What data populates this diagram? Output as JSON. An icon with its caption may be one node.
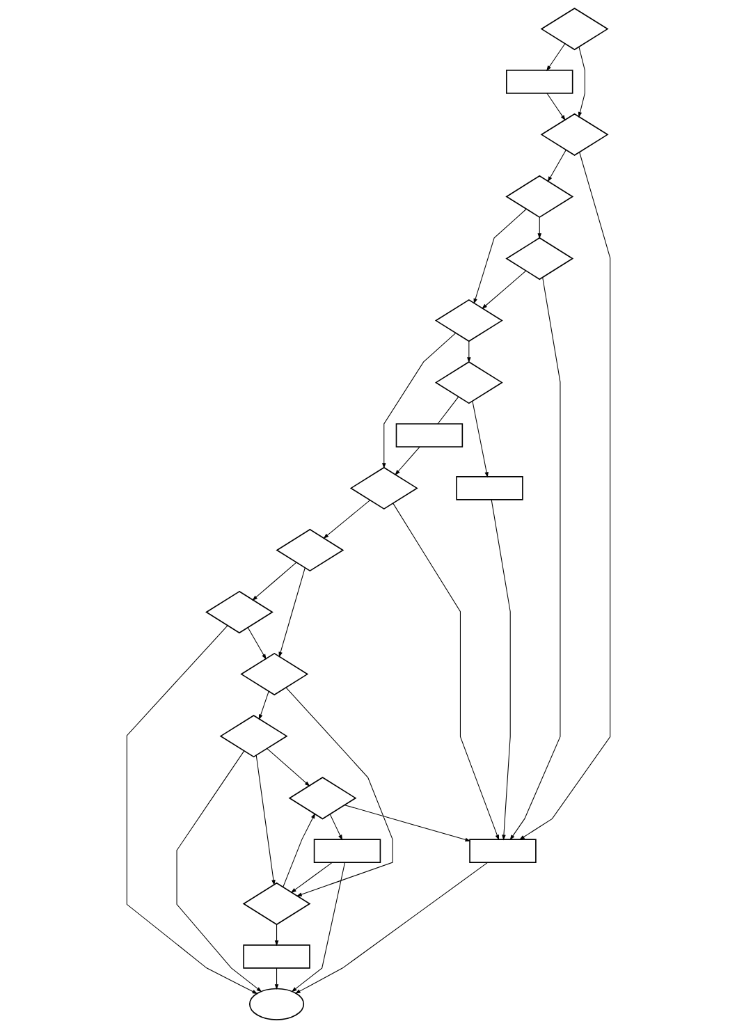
{
  "diagram": {
    "nodes": [
      {
        "text": [],
        "shape": "diamond"
      },
      {
        "text": [],
        "shape": "box"
      },
      {
        "text": [],
        "shape": "diamond"
      },
      {
        "text": [],
        "shape": "diamond"
      },
      {
        "text": [],
        "shape": "diamond"
      },
      {
        "text": [],
        "shape": "diamond"
      },
      {
        "text": [],
        "shape": "diamond"
      },
      {
        "text": [],
        "shape": "box"
      },
      {
        "text": [],
        "shape": "box"
      },
      {
        "text": [],
        "shape": "diamond"
      },
      {
        "text": [],
        "shape": "diamond"
      },
      {
        "text": [],
        "shape": "diamond"
      },
      {
        "text": [],
        "shape": "box"
      },
      {
        "text": [],
        "shape": "box"
      },
      {
        "text": [],
        "shape": "diamond"
      },
      {
        "text": [],
        "shape": "diamond"
      },
      {
        "text": [],
        "shape": "diamond"
      },
      {
        "text": [],
        "shape": "diamond"
      },
      {
        "text": [],
        "shape": "box"
      },
      {
        "text": [],
        "shape": "ellipse"
      }
    ],
    "edges": [
      {
        "from": 0,
        "to": 1,
        "arrow": "to"
      },
      {
        "from": 1,
        "to": 2,
        "arrow": "to"
      },
      {
        "from": 0,
        "to": 2,
        "arrow": "to"
      },
      {
        "from": 2,
        "to": 13,
        "arrow": "to"
      },
      {
        "from": 2,
        "to": 3,
        "arrow": "to"
      },
      {
        "from": 3,
        "to": 4,
        "arrow": "to"
      },
      {
        "from": 4,
        "to": 5,
        "arrow": "to"
      },
      {
        "from": 3,
        "to": 5,
        "arrow": "to"
      },
      {
        "from": 4,
        "to": 13,
        "arrow": "to"
      },
      {
        "from": 5,
        "to": 6,
        "arrow": "to"
      },
      {
        "from": 6,
        "to": 7,
        "arrow": "to"
      },
      {
        "from": 7,
        "to": 13,
        "arrow": "to"
      },
      {
        "from": 6,
        "to": 8,
        "arrow": "none"
      },
      {
        "from": 8,
        "to": 9,
        "arrow": "to"
      },
      {
        "from": 5,
        "to": 9,
        "arrow": "to"
      },
      {
        "from": 9,
        "to": 13,
        "arrow": "to"
      },
      {
        "from": 9,
        "to": 14,
        "arrow": "to"
      },
      {
        "from": 14,
        "to": 15,
        "arrow": "to"
      },
      {
        "from": 14,
        "to": 16,
        "arrow": "to"
      },
      {
        "from": 15,
        "to": 16,
        "arrow": "to"
      },
      {
        "from": 15,
        "to": 19,
        "arrow": "to"
      },
      {
        "from": 16,
        "to": 11,
        "arrow": "to"
      },
      {
        "from": 11,
        "to": 10,
        "arrow": "to"
      },
      {
        "from": 10,
        "to": 13,
        "arrow": "to"
      },
      {
        "from": 10,
        "to": 12,
        "arrow": "to"
      },
      {
        "from": 11,
        "to": 17,
        "arrow": "to"
      },
      {
        "from": 12,
        "to": 17,
        "arrow": "to"
      },
      {
        "from": 16,
        "to": 17,
        "arrow": "to"
      },
      {
        "from": 11,
        "to": 19,
        "arrow": "to"
      },
      {
        "from": 12,
        "to": 19,
        "arrow": "to"
      },
      {
        "from": 17,
        "to": 10,
        "arrow": "to"
      },
      {
        "from": 17,
        "to": 18,
        "arrow": "to"
      },
      {
        "from": 18,
        "to": 19,
        "arrow": "to"
      },
      {
        "from": 13,
        "to": 19,
        "arrow": "to"
      }
    ]
  }
}
